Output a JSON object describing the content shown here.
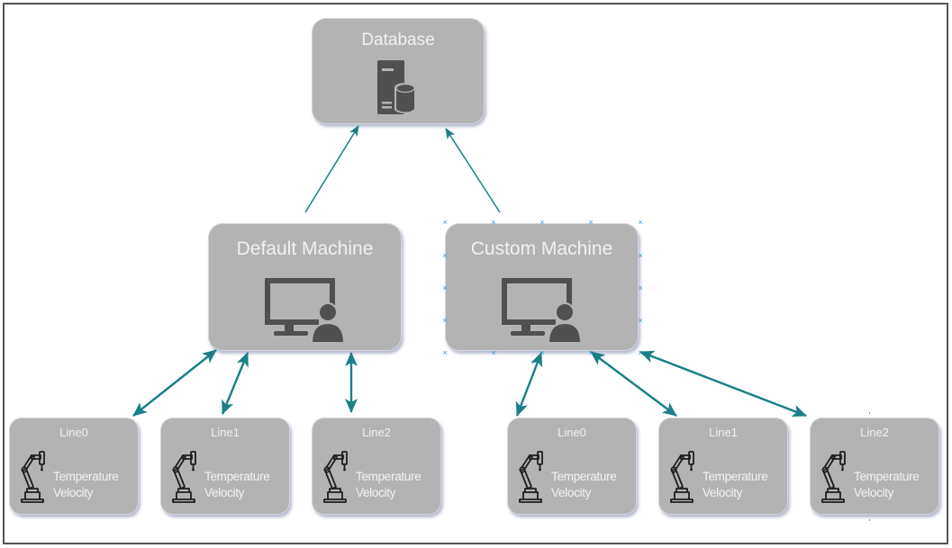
{
  "diagram": {
    "nodes": {
      "database": {
        "label": "Database",
        "icon": "database-server-icon"
      },
      "default_machine": {
        "label": "Default Machine",
        "icon": "computer-user-icon"
      },
      "custom_machine": {
        "label": "Custom Machine",
        "icon": "computer-user-icon",
        "selected": true
      },
      "default_lines": [
        {
          "label": "Line0",
          "metrics": [
            "Temperature",
            "Velocity"
          ],
          "icon": "robot-arm-icon"
        },
        {
          "label": "Line1",
          "metrics": [
            "Temperature",
            "Velocity"
          ],
          "icon": "robot-arm-icon"
        },
        {
          "label": "Line2",
          "metrics": [
            "Temperature",
            "Velocity"
          ],
          "icon": "robot-arm-icon"
        }
      ],
      "custom_lines": [
        {
          "label": "Line0",
          "metrics": [
            "Temperature",
            "Velocity"
          ],
          "icon": "robot-arm-icon"
        },
        {
          "label": "Line1",
          "metrics": [
            "Temperature",
            "Velocity"
          ],
          "icon": "robot-arm-icon"
        },
        {
          "label": "Line2",
          "metrics": [
            "Temperature",
            "Velocity"
          ],
          "icon": "robot-arm-icon"
        }
      ]
    },
    "edges": [
      {
        "from": "default_machine",
        "to": "database",
        "direction": "to"
      },
      {
        "from": "custom_machine",
        "to": "database",
        "direction": "to"
      },
      {
        "from": "default_machine",
        "to": "default_lines.0",
        "direction": "both"
      },
      {
        "from": "default_machine",
        "to": "default_lines.1",
        "direction": "both"
      },
      {
        "from": "default_machine",
        "to": "default_lines.2",
        "direction": "both"
      },
      {
        "from": "custom_machine",
        "to": "custom_lines.0",
        "direction": "both"
      },
      {
        "from": "custom_machine",
        "to": "custom_lines.1",
        "direction": "both"
      },
      {
        "from": "custom_machine",
        "to": "custom_lines.2",
        "direction": "both"
      }
    ],
    "colors": {
      "node_fill": "#b3b3b3",
      "node_text": "#f0f0f0",
      "icon": "#505050",
      "edge": "#1a7f86",
      "selection_handle": "#2f9ee0",
      "frame": "#555555"
    }
  }
}
